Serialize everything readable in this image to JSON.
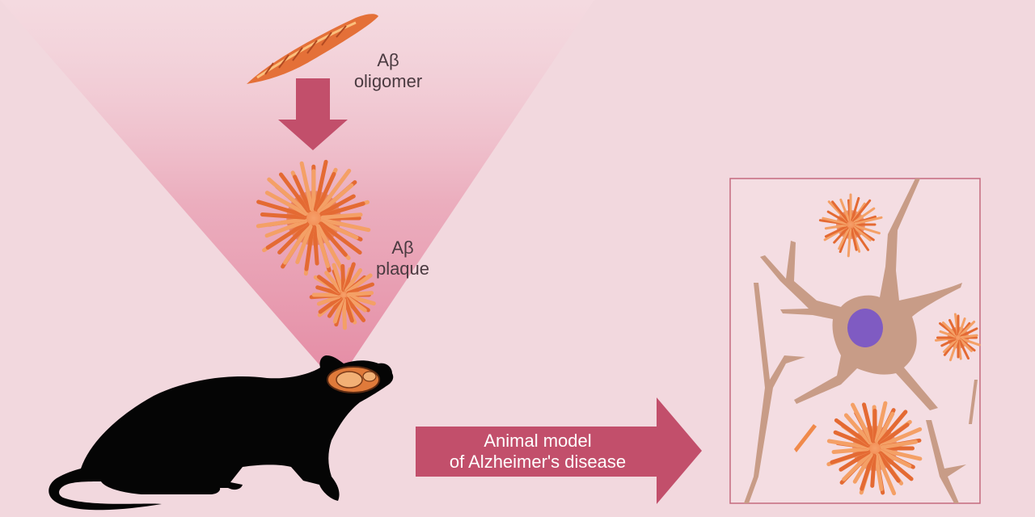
{
  "labels": {
    "oligomer_line1": "Aβ",
    "oligomer_line2": "oligomer",
    "plaque_line1": "Aβ",
    "plaque_line2": "plaque",
    "arrow_line1": "Animal model",
    "arrow_line2": "of Alzheimer's disease"
  },
  "colors": {
    "background": "#f2d8de",
    "beam": "#e8a3b6",
    "arrow": "#c24f6b",
    "plaque": "#f08a4b",
    "neuron": "#c79a85",
    "nucleus": "#7f5bc2",
    "frame": "#c46a7e",
    "mouse": "#050505"
  },
  "icons": [
    "amyloid-oligomer-icon",
    "amyloid-plaque-icon",
    "mouse-silhouette-icon",
    "brain-icon",
    "neuron-icon"
  ]
}
